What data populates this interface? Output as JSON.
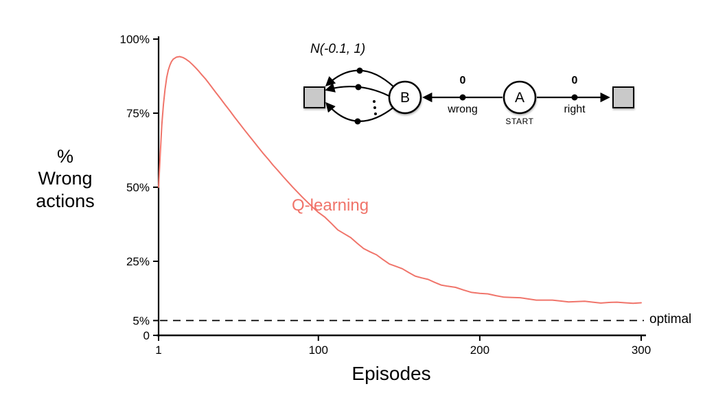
{
  "figure": {
    "ylabel_lines": [
      "%",
      "Wrong",
      "actions"
    ],
    "xlabel": "Episodes",
    "series_label": "Q-learning",
    "optimal_label": "optimal"
  },
  "chart_data": {
    "type": "line",
    "title": "",
    "xlabel": "Episodes",
    "ylabel": "% Wrong actions",
    "xlim": [
      1,
      300
    ],
    "ylim": [
      0,
      100
    ],
    "grid": false,
    "x_ticks": [
      1,
      100,
      200,
      300
    ],
    "y_ticks": [
      {
        "value": 0,
        "label": "0"
      },
      {
        "value": 5,
        "label": "5%"
      },
      {
        "value": 25,
        "label": "25%"
      },
      {
        "value": 50,
        "label": "50%"
      },
      {
        "value": 75,
        "label": "75%"
      },
      {
        "value": 100,
        "label": "100%"
      }
    ],
    "reference_lines": [
      {
        "value": 5,
        "label": "optimal",
        "style": "dashed",
        "color": "#000000"
      }
    ],
    "series": [
      {
        "name": "Q-learning",
        "color": "#f0746a",
        "points": [
          [
            1,
            50
          ],
          [
            2,
            61
          ],
          [
            3,
            71
          ],
          [
            4,
            78
          ],
          [
            5,
            83
          ],
          [
            6,
            87
          ],
          [
            7,
            89.5
          ],
          [
            8,
            91.2
          ],
          [
            9,
            92.4
          ],
          [
            10,
            93.2
          ],
          [
            12,
            93.9
          ],
          [
            14,
            94.1
          ],
          [
            16,
            93.8
          ],
          [
            18,
            93.2
          ],
          [
            20,
            92.4
          ],
          [
            22,
            91.4
          ],
          [
            24,
            90.3
          ],
          [
            26,
            89.1
          ],
          [
            28,
            87.8
          ],
          [
            30,
            86.6
          ],
          [
            33,
            84.5
          ],
          [
            36,
            82.3
          ],
          [
            39,
            80.2
          ],
          [
            42,
            78.0
          ],
          [
            45,
            75.9
          ],
          [
            48,
            73.7
          ],
          [
            51,
            71.6
          ],
          [
            54,
            69.5
          ],
          [
            57,
            67.4
          ],
          [
            60,
            65.4
          ],
          [
            63,
            63.3
          ],
          [
            66,
            61.3
          ],
          [
            69,
            59.4
          ],
          [
            72,
            57.4
          ],
          [
            75,
            55.6
          ],
          [
            78,
            53.7
          ],
          [
            81,
            51.9
          ],
          [
            84,
            50.1
          ],
          [
            87,
            48.4
          ],
          [
            90,
            46.7
          ],
          [
            93,
            45.1
          ],
          [
            96,
            43.5
          ],
          [
            100,
            41.5
          ],
          [
            104,
            39.9
          ],
          [
            108,
            37.8
          ],
          [
            112,
            35.6
          ],
          [
            116,
            34.3
          ],
          [
            120,
            33.0
          ],
          [
            124,
            31.1
          ],
          [
            128,
            29.3
          ],
          [
            132,
            28.2
          ],
          [
            136,
            27.2
          ],
          [
            140,
            25.6
          ],
          [
            144,
            24.1
          ],
          [
            148,
            23.3
          ],
          [
            152,
            22.5
          ],
          [
            156,
            21.2
          ],
          [
            160,
            20.0
          ],
          [
            164,
            19.4
          ],
          [
            168,
            18.9
          ],
          [
            172,
            17.9
          ],
          [
            176,
            17.0
          ],
          [
            180,
            16.6
          ],
          [
            185,
            16.2
          ],
          [
            190,
            15.3
          ],
          [
            195,
            14.5
          ],
          [
            200,
            14.2
          ],
          [
            205,
            14.0
          ],
          [
            210,
            13.4
          ],
          [
            215,
            12.9
          ],
          [
            220,
            12.8
          ],
          [
            225,
            12.7
          ],
          [
            230,
            12.3
          ],
          [
            235,
            11.9
          ],
          [
            240,
            11.9
          ],
          [
            245,
            11.9
          ],
          [
            250,
            11.6
          ],
          [
            255,
            11.3
          ],
          [
            260,
            11.4
          ],
          [
            265,
            11.5
          ],
          [
            270,
            11.2
          ],
          [
            275,
            10.9
          ],
          [
            280,
            11.1
          ],
          [
            285,
            11.2
          ],
          [
            290,
            11.0
          ],
          [
            295,
            10.8
          ],
          [
            300,
            11.0
          ]
        ]
      }
    ]
  },
  "diagram": {
    "distribution_label": "N(-0.1, 1)",
    "node_b": "B",
    "node_a": "A",
    "start_label": "START",
    "wrong_action": {
      "reward": "0",
      "label": "wrong"
    },
    "right_action": {
      "reward": "0",
      "label": "right"
    },
    "square_fill": "#c9c9c9"
  },
  "colors": {
    "curve": "#f0746a",
    "axis": "#000000",
    "background": "#ffffff"
  }
}
